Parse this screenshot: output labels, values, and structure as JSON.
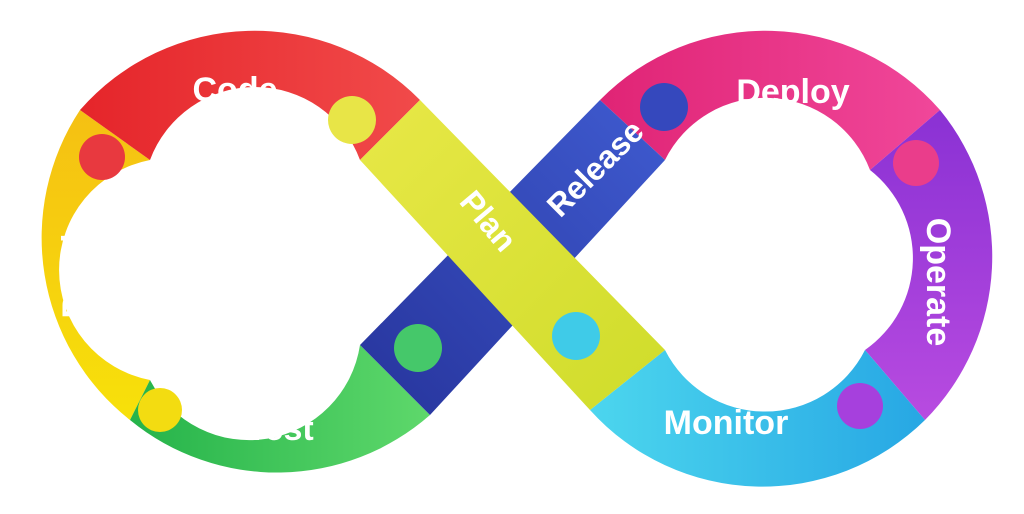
{
  "diagram": {
    "stages": {
      "code": {
        "label": "Code",
        "color": "#e8323a"
      },
      "build": {
        "label": "Build",
        "color": "#f2cc12"
      },
      "test": {
        "label": "Test",
        "color": "#3fc65a"
      },
      "plan": {
        "label": "Plan",
        "color": "#d9e233"
      },
      "release": {
        "label": "Release",
        "color": "#2f46b8"
      },
      "deploy": {
        "label": "Deploy",
        "color": "#e52f7d"
      },
      "operate": {
        "label": "Operate",
        "color": "#a236d6"
      },
      "monitor": {
        "label": "Monitor",
        "color": "#31b8e6"
      }
    },
    "puzzle_connectors": 8,
    "cycle": "infinity-loop"
  }
}
